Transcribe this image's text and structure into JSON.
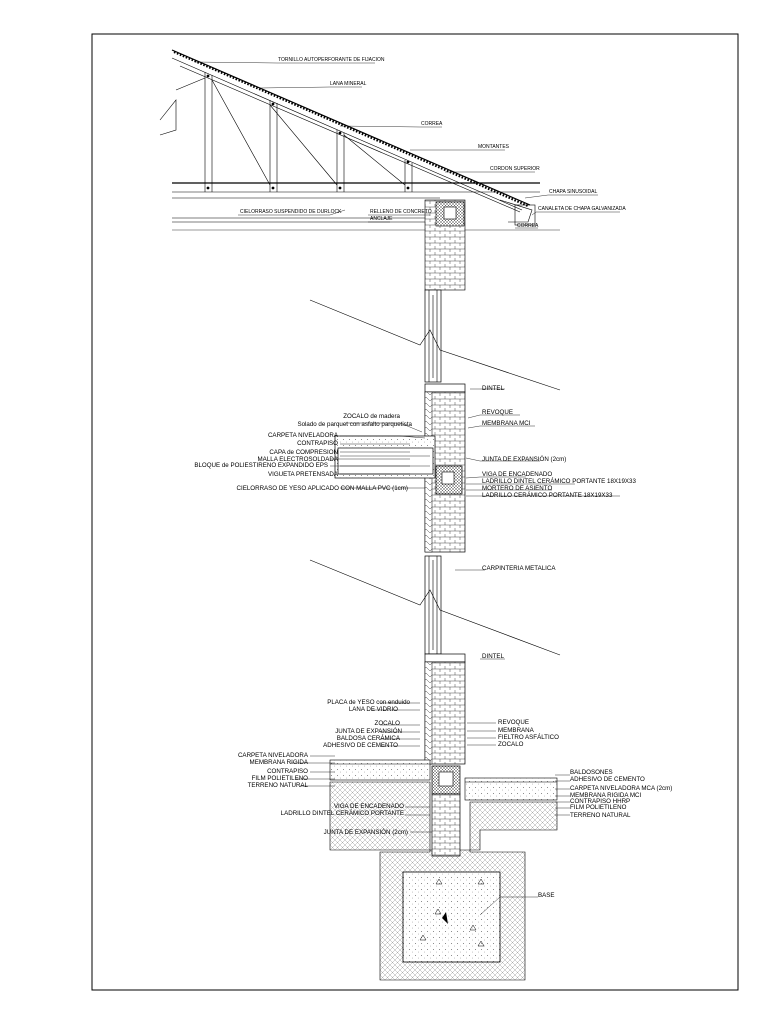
{
  "labels_roof": [
    "TORNILLO AUTOPERFORANTE DE FIJACION",
    "LANA MINERAL",
    "CORREA",
    "MONTANTES",
    "CORDON SUPERIOR",
    "CHAPA SINUSOIDAL",
    "CANALETA DE CHAPA GALVANIZADA",
    "CORREA",
    "CIELORRASO SUSPENDIDO DE DURLOCK",
    "RELLENO DE CONCRETO",
    "ANCLAJE"
  ],
  "labels_mid_left": [
    "ZOCALO de madera",
    "Solado de parquet con asfalto parquetista",
    "CARPETA NIVELADORA",
    "CONTRAPISO",
    "CAPA de COMPRESION",
    "MALLA ELECTROSOLDADA",
    "BLOQUE de POLIESTIRENO EXPANDIDO EPS",
    "VIGUETA PRETENSADA",
    "CIELORRASO DE YESO APLICADO CON MALLA PVC (1cm)"
  ],
  "labels_mid_right": [
    "DINTEL",
    "REVOQUE",
    "MEMBRANA MCI",
    "JUNTA DE EXPANSIÓN (2cm)",
    "VIGA DE ENCADENADO",
    "LADRILLO DINTEL CERÁMICO PORTANTE 18X19X33",
    "MORTERO DE ASIENTO",
    "LADRILLO CERÁMICO PORTANTE 18X19X33",
    "CARPINTERIA METALICA",
    "DINTEL"
  ],
  "labels_low_left": [
    "PLACA de YESO con enduido",
    "LANA DE VIDRIO",
    "ZOCALO",
    "JUNTA DE EXPANSIÓN",
    "BALDOSA CERÁMICA",
    "ADHESIVO DE CEMENTO",
    "CARPETA NIVELADORA",
    "MEMBRANA RIGIDA",
    "CONTRAPISO",
    "FILM POLIETILENO",
    "TERRENO NATURAL",
    "VIGA DE ENCADENADO",
    "LADRILLO DINTEL CERÁMICO PORTANTE",
    "JUNTA DE EXPANSIÓN (2cm)"
  ],
  "labels_low_right": [
    "REVOQUE",
    "MEMBRANA",
    "FIELTRO ASFÁLTICO",
    "ZOCALO",
    "BALDOSONES",
    "ADHESIVO DE CEMENTO",
    "CARPETA NIVELADORA MCA (2cm)",
    "MEMBRANA RIGIDA MCI",
    "CONTRAPISO HHRP",
    "FILM POLIETILENO",
    "TERRENO NATURAL",
    "BASE"
  ]
}
